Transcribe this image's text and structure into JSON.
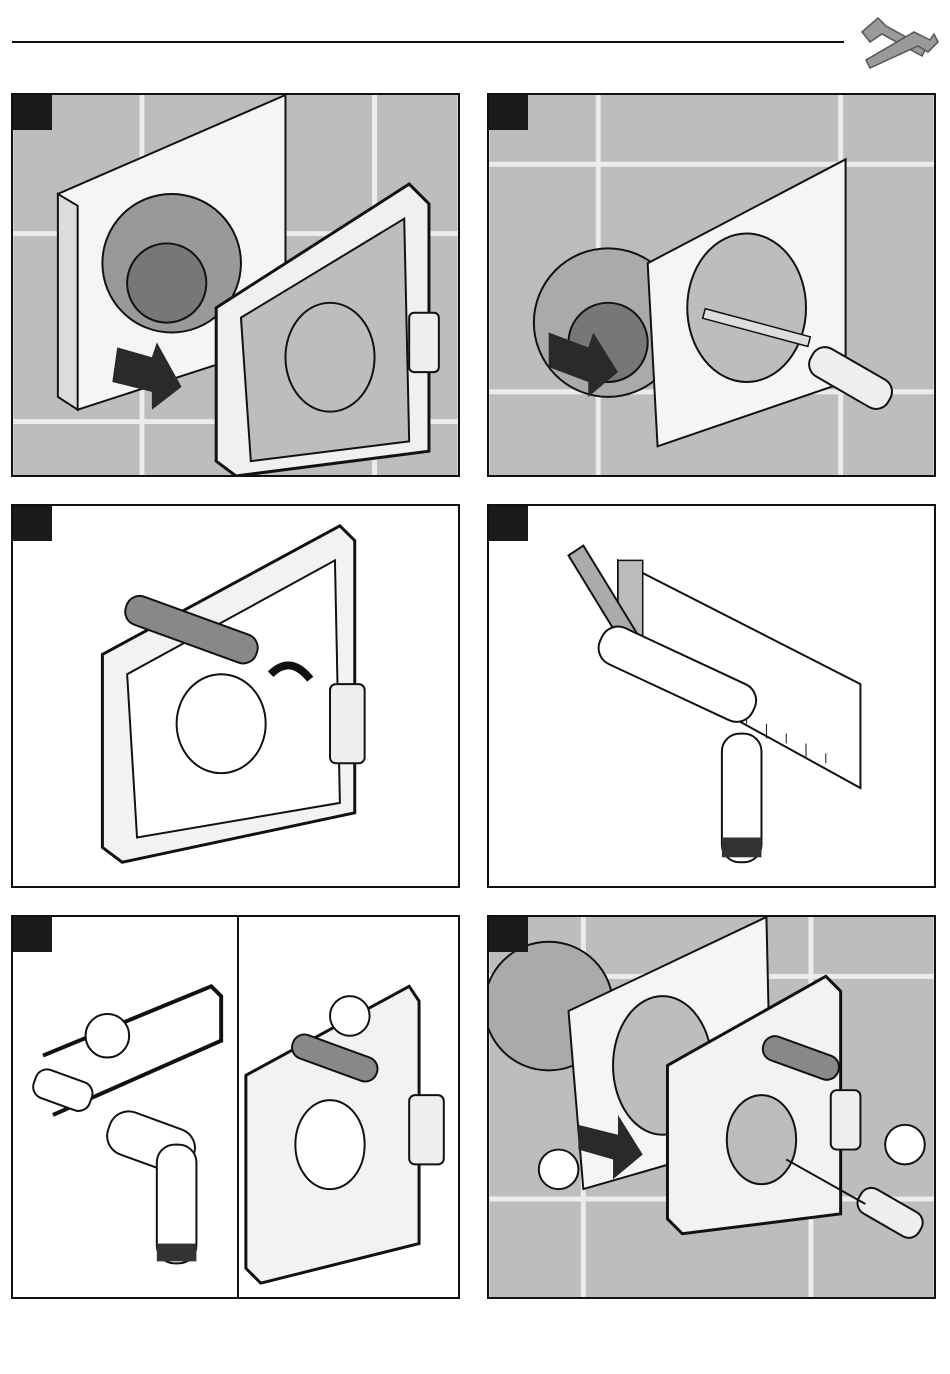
{
  "header": {
    "tools_icon": "wrench-screwdriver-icon"
  },
  "steps": [
    {
      "id": "step-1",
      "badge": "",
      "scene": "remove-rough-in-plate-from-valve"
    },
    {
      "id": "step-2",
      "badge": "",
      "scene": "attach-trim-plate-with-screws"
    },
    {
      "id": "step-3",
      "badge": "",
      "scene": "insert-extension-tube-into-plate"
    },
    {
      "id": "step-4",
      "badge": "",
      "scene": "measure-and-cut-tube"
    },
    {
      "id": "step-5",
      "badge": "",
      "scene": "assemble-tube-and-plate"
    },
    {
      "id": "step-6",
      "badge": "",
      "scene": "mount-plate-to-wall"
    }
  ],
  "colors": {
    "line": "#111111",
    "tile": "#b8b8b8",
    "grout": "#e8e8e8",
    "plate": "#f4f4f4",
    "badge": "#1a1a1a",
    "arrow": "#2a2a2a"
  }
}
